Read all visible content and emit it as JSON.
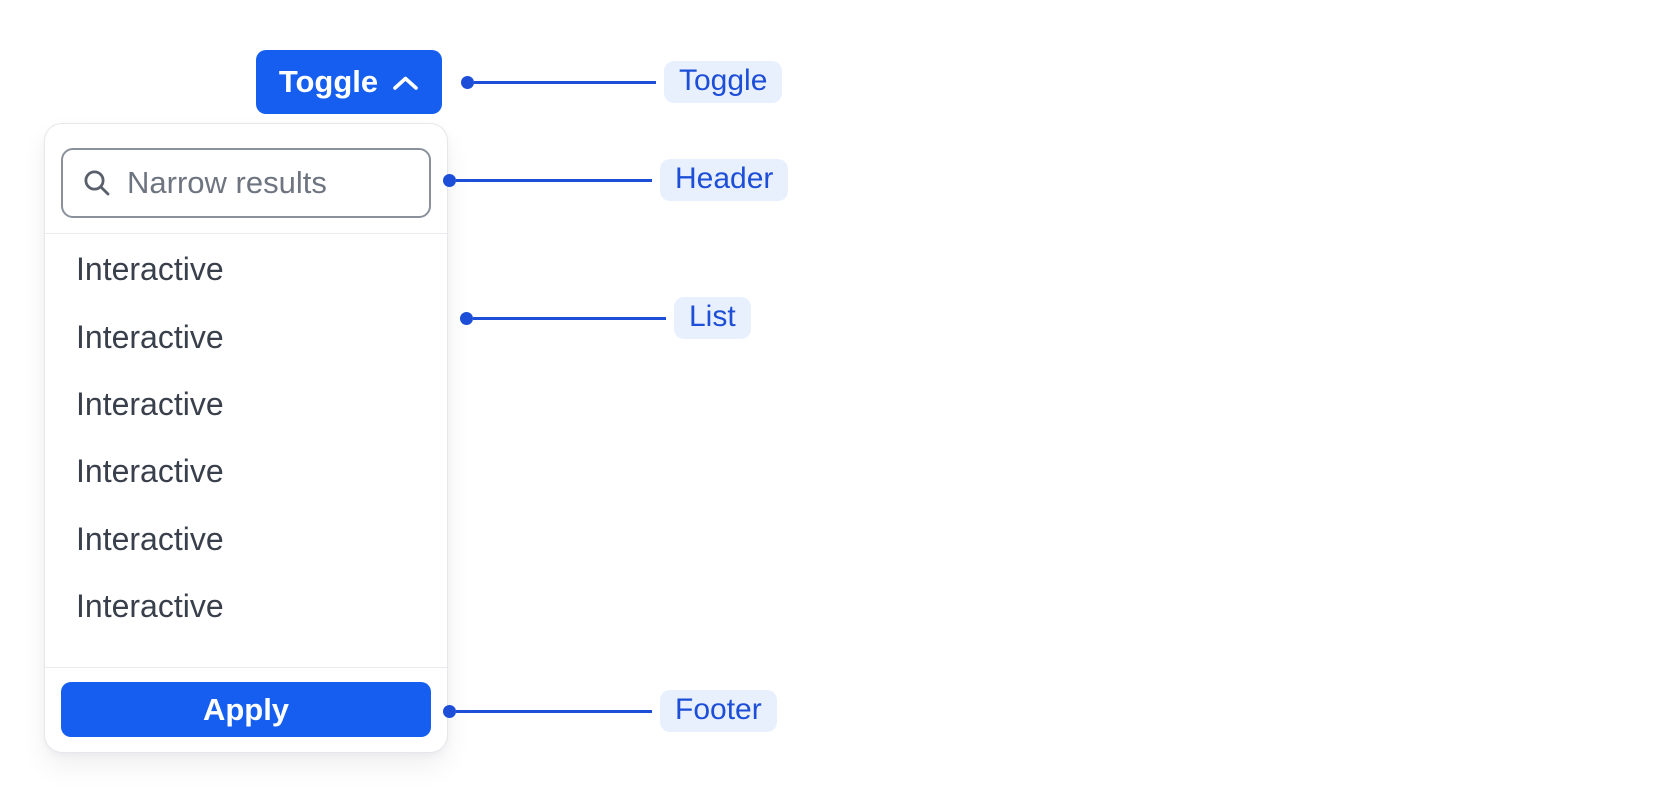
{
  "toggle": {
    "label": "Toggle",
    "icon": "chevron-up-icon"
  },
  "dropdown": {
    "header": {
      "search_icon": "search-icon",
      "search_placeholder": "Narrow results",
      "search_value": ""
    },
    "list": {
      "items": [
        "Interactive",
        "Interactive",
        "Interactive",
        "Interactive",
        "Interactive",
        "Interactive"
      ]
    },
    "footer": {
      "apply_label": "Apply"
    }
  },
  "annotations": {
    "toggle": {
      "label": "Toggle"
    },
    "header": {
      "label": "Header"
    },
    "list": {
      "label": "List"
    },
    "footer": {
      "label": "Footer"
    }
  },
  "colors": {
    "primary_button_blue": "#155EEF",
    "annotation_blue": "#1D4ED8",
    "annotation_pill_bg": "#E9F0FD",
    "input_border_gray": "#8A919D",
    "item_text": "#39404C",
    "placeholder_text": "#6E7580",
    "panel_border": "#E6E7EB",
    "divider": "#EAEBEE",
    "background": "#FFFFFF"
  }
}
